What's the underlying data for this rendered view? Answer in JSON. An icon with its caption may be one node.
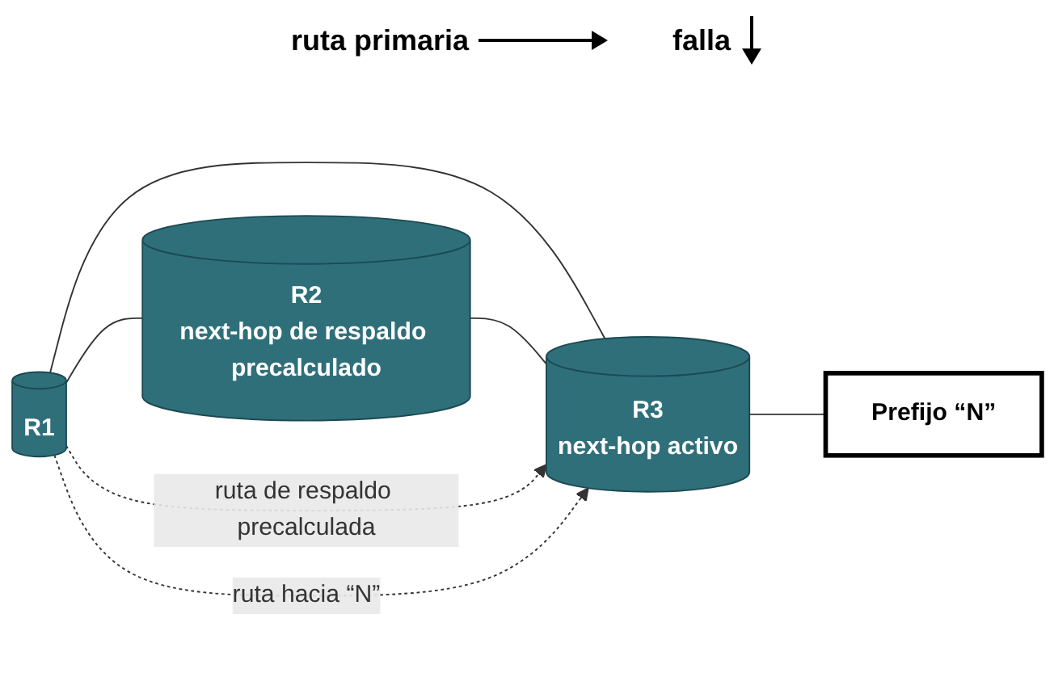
{
  "diagram": {
    "nodes": [
      {
        "text": [
          "R1"
        ]
      },
      {
        "text": [
          "R2",
          "next-hop de respaldo precalculado"
        ]
      },
      {
        "text": [
          "R3",
          "next-hop activo"
        ]
      },
      {
        "text": [
          "Prefijo “N”"
        ]
      }
    ],
    "edges": [
      {
        "from": 0,
        "to": 2,
        "arrow": "none"
      },
      {
        "from": 0,
        "to": 1,
        "arrow": "none"
      },
      {
        "from": 1,
        "to": 2,
        "arrow": "none"
      },
      {
        "from": 2,
        "to": 3,
        "arrow": "none"
      },
      {
        "from": 0,
        "to": 2,
        "arrow": "to",
        "style": "dashed",
        "label": "ruta de respaldo precalculada"
      },
      {
        "from": 0,
        "to": 2,
        "arrow": "to",
        "style": "dashed",
        "label": "ruta hacia “N”"
      }
    ],
    "labels": [
      "ruta primaria",
      "falla"
    ]
  }
}
